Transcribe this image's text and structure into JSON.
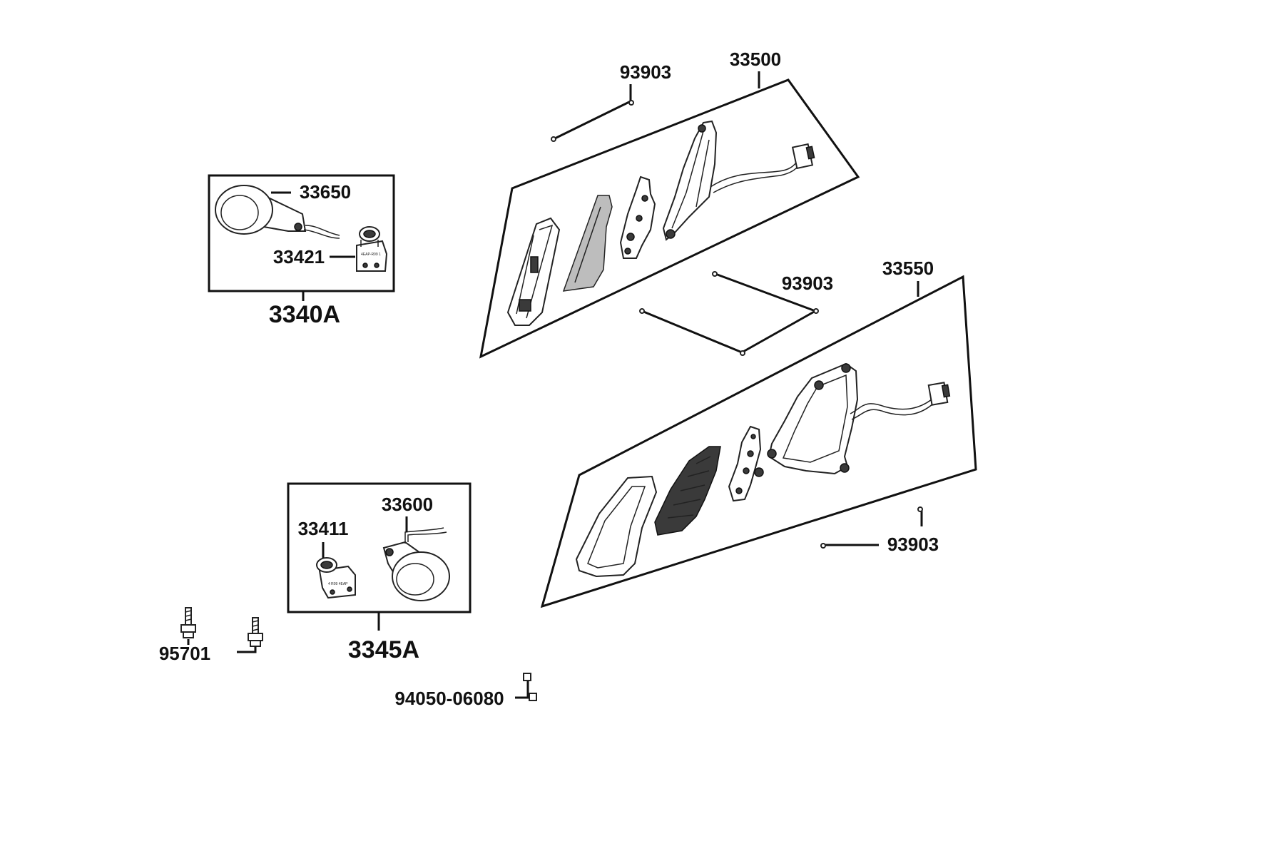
{
  "labels": {
    "l_33500": "33500",
    "l_93903_top": "93903",
    "l_93903_mid": "93903",
    "l_33550": "33550",
    "l_93903_low": "93903",
    "l_33650": "33650",
    "l_33421": "33421",
    "l_3340A": "3340A",
    "l_33600": "33600",
    "l_33411": "33411",
    "l_3345A": "3345A",
    "l_95701": "95701",
    "l_94050": "94050-06080"
  },
  "bracket_stamps": {
    "upper": "4EAP-R09 1",
    "lower": "4 R09 4EAP"
  }
}
